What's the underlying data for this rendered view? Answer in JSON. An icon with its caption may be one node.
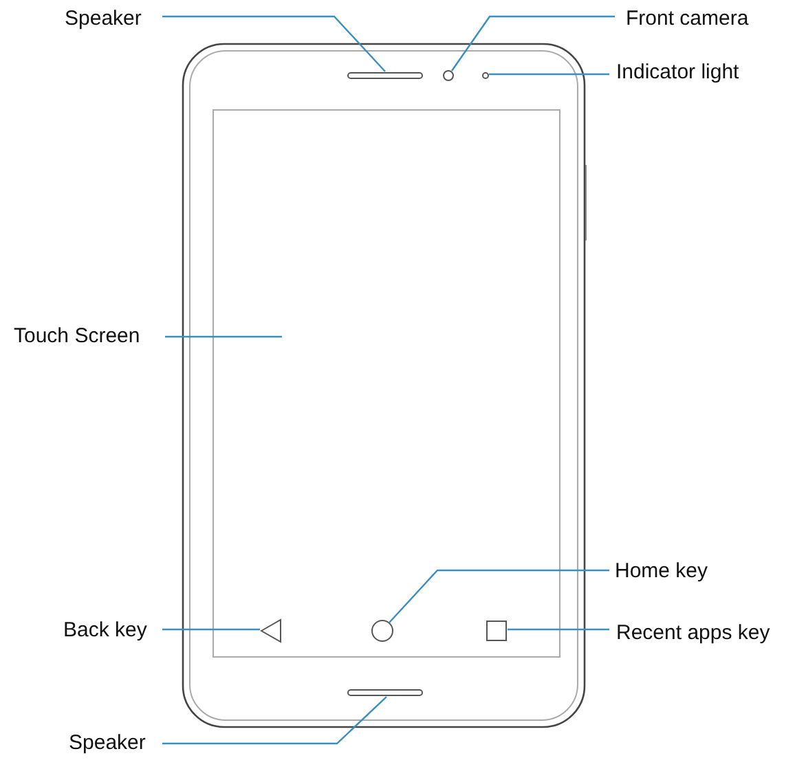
{
  "diagram": {
    "nodes": [
      {
        "text": [
          "Speaker"
        ]
      },
      {
        "text": [
          "Front camera"
        ]
      },
      {
        "text": [
          "Indicator light"
        ]
      },
      {
        "text": [
          "Touch Screen"
        ]
      },
      {
        "text": [
          "Home key"
        ]
      },
      {
        "text": [
          "Back key"
        ]
      },
      {
        "text": [
          "Recent apps key"
        ]
      },
      {
        "text": [
          "Speaker"
        ]
      },
      {
        "text": [],
        "shape": "bar"
      },
      {
        "text": [],
        "shape": "circle"
      },
      {
        "text": [],
        "shape": "circle"
      },
      {
        "text": [],
        "shape": "circle"
      },
      {
        "text": [],
        "shape": "triangle"
      },
      {
        "text": [],
        "shape": "box"
      },
      {
        "text": [],
        "shape": "bar"
      }
    ],
    "edges": [
      {
        "from": 0,
        "to": 8,
        "arrow": "none"
      },
      {
        "from": 1,
        "to": 9,
        "arrow": "none"
      },
      {
        "from": 2,
        "to": 10,
        "arrow": "none"
      },
      {
        "from": 3,
        "to": null,
        "arrow": "none"
      },
      {
        "from": 4,
        "to": 11,
        "arrow": "none"
      },
      {
        "from": 5,
        "to": 12,
        "arrow": "none"
      },
      {
        "from": 6,
        "to": 13,
        "arrow": "none"
      },
      {
        "from": 7,
        "to": 14,
        "arrow": "none"
      }
    ]
  }
}
